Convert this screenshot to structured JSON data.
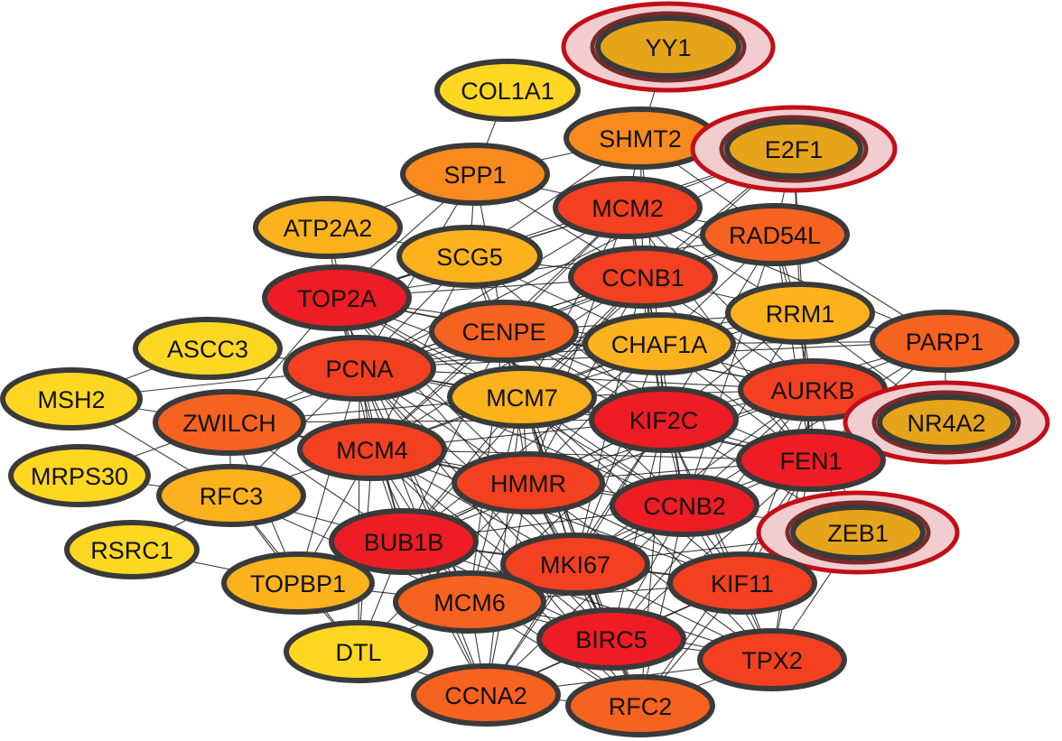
{
  "colors": {
    "yellow": "#fed722",
    "light_orange": "#fbb21d",
    "orange": "#f98a1e",
    "dark_orange": "#f66220",
    "red_orange": "#f24021",
    "red": "#ee1c24",
    "hub_gold": "#e6a41b",
    "highlight_ring": "#c20f17"
  },
  "nodes": [
    {
      "id": "YY1",
      "label": "YY1",
      "color": "hub_gold",
      "highlight": true
    },
    {
      "id": "COL1A1",
      "label": "COL1A1",
      "color": "yellow"
    },
    {
      "id": "SHMT2",
      "label": "SHMT2",
      "color": "orange"
    },
    {
      "id": "E2F1",
      "label": "E2F1",
      "color": "hub_gold",
      "highlight": true
    },
    {
      "id": "SPP1",
      "label": "SPP1",
      "color": "orange"
    },
    {
      "id": "MCM2",
      "label": "MCM2",
      "color": "red_orange"
    },
    {
      "id": "ATP2A2",
      "label": "ATP2A2",
      "color": "light_orange"
    },
    {
      "id": "RAD54L",
      "label": "RAD54L",
      "color": "dark_orange"
    },
    {
      "id": "SCG5",
      "label": "SCG5",
      "color": "light_orange"
    },
    {
      "id": "CCNB1",
      "label": "CCNB1",
      "color": "red_orange"
    },
    {
      "id": "TOP2A",
      "label": "TOP2A",
      "color": "red"
    },
    {
      "id": "RRM1",
      "label": "RRM1",
      "color": "light_orange"
    },
    {
      "id": "CENPE",
      "label": "CENPE",
      "color": "dark_orange"
    },
    {
      "id": "ASCC3",
      "label": "ASCC3",
      "color": "yellow"
    },
    {
      "id": "CHAF1A",
      "label": "CHAF1A",
      "color": "light_orange"
    },
    {
      "id": "PARP1",
      "label": "PARP1",
      "color": "dark_orange"
    },
    {
      "id": "PCNA",
      "label": "PCNA",
      "color": "red_orange"
    },
    {
      "id": "MSH2",
      "label": "MSH2",
      "color": "yellow"
    },
    {
      "id": "MCM7",
      "label": "MCM7",
      "color": "light_orange"
    },
    {
      "id": "AURKB",
      "label": "AURKB",
      "color": "red_orange"
    },
    {
      "id": "ZWILCH",
      "label": "ZWILCH",
      "color": "dark_orange"
    },
    {
      "id": "KIF2C",
      "label": "KIF2C",
      "color": "red"
    },
    {
      "id": "NR4A2",
      "label": "NR4A2",
      "color": "hub_gold",
      "highlight": true
    },
    {
      "id": "MCM4",
      "label": "MCM4",
      "color": "red_orange"
    },
    {
      "id": "FEN1",
      "label": "FEN1",
      "color": "red"
    },
    {
      "id": "MRPS30",
      "label": "MRPS30",
      "color": "yellow"
    },
    {
      "id": "HMMR",
      "label": "HMMR",
      "color": "red_orange"
    },
    {
      "id": "RFC3",
      "label": "RFC3",
      "color": "light_orange"
    },
    {
      "id": "CCNB2",
      "label": "CCNB2",
      "color": "red"
    },
    {
      "id": "ZEB1",
      "label": "ZEB1",
      "color": "hub_gold",
      "highlight": true
    },
    {
      "id": "BUB1B",
      "label": "BUB1B",
      "color": "red"
    },
    {
      "id": "RSRC1",
      "label": "RSRC1",
      "color": "yellow"
    },
    {
      "id": "MKI67",
      "label": "MKI67",
      "color": "red_orange"
    },
    {
      "id": "TOPBP1",
      "label": "TOPBP1",
      "color": "light_orange"
    },
    {
      "id": "KIF11",
      "label": "KIF11",
      "color": "red_orange"
    },
    {
      "id": "MCM6",
      "label": "MCM6",
      "color": "dark_orange"
    },
    {
      "id": "DTL",
      "label": "DTL",
      "color": "yellow"
    },
    {
      "id": "BIRC5",
      "label": "BIRC5",
      "color": "red"
    },
    {
      "id": "TPX2",
      "label": "TPX2",
      "color": "red_orange"
    },
    {
      "id": "CCNA2",
      "label": "CCNA2",
      "color": "dark_orange"
    },
    {
      "id": "RFC2",
      "label": "RFC2",
      "color": "dark_orange"
    }
  ],
  "edges": [
    [
      "COL1A1",
      "SPP1"
    ],
    [
      "SHMT2",
      "YY1"
    ],
    [
      "SHMT2",
      "MCM2"
    ],
    [
      "SHMT2",
      "CCNB1"
    ],
    [
      "SHMT2",
      "SPP1"
    ],
    [
      "SHMT2",
      "RAD54L"
    ],
    [
      "SHMT2",
      "SCG5"
    ],
    [
      "SHMT2",
      "CHAF1A"
    ],
    [
      "E2F1",
      "SHMT2"
    ],
    [
      "E2F1",
      "RAD54L"
    ],
    [
      "E2F1",
      "MCM2"
    ],
    [
      "E2F1",
      "CCNB1"
    ],
    [
      "E2F1",
      "RRM1"
    ],
    [
      "E2F1",
      "PCNA"
    ],
    [
      "E2F1",
      "MCM7"
    ],
    [
      "E2F1",
      "TOP2A"
    ],
    [
      "E2F1",
      "FEN1"
    ],
    [
      "SPP1",
      "ATP2A2"
    ],
    [
      "SPP1",
      "SCG5"
    ],
    [
      "SPP1",
      "MCM2"
    ],
    [
      "SPP1",
      "TOP2A"
    ],
    [
      "SPP1",
      "CENPE"
    ],
    [
      "SPP1",
      "CCNB1"
    ],
    [
      "SPP1",
      "PCNA"
    ],
    [
      "ATP2A2",
      "TOP2A"
    ],
    [
      "ATP2A2",
      "SCG5"
    ],
    [
      "ATP2A2",
      "PCNA"
    ],
    [
      "MCM2",
      "RAD54L"
    ],
    [
      "MCM2",
      "CCNB1"
    ],
    [
      "MCM2",
      "SCG5"
    ],
    [
      "MCM2",
      "CENPE"
    ],
    [
      "MCM2",
      "CHAF1A"
    ],
    [
      "MCM2",
      "RRM1"
    ],
    [
      "MCM2",
      "TOP2A"
    ],
    [
      "MCM2",
      "PCNA"
    ],
    [
      "MCM2",
      "MCM7"
    ],
    [
      "MCM2",
      "KIF2C"
    ],
    [
      "MCM2",
      "AURKB"
    ],
    [
      "MCM2",
      "MCM4"
    ],
    [
      "MCM2",
      "FEN1"
    ],
    [
      "MCM2",
      "HMMR"
    ],
    [
      "MCM2",
      "PARP1"
    ],
    [
      "RAD54L",
      "CCNB1"
    ],
    [
      "RAD54L",
      "RRM1"
    ],
    [
      "RAD54L",
      "PARP1"
    ],
    [
      "RAD54L",
      "CHAF1A"
    ],
    [
      "RAD54L",
      "AURKB"
    ],
    [
      "RAD54L",
      "KIF2C"
    ],
    [
      "RAD54L",
      "FEN1"
    ],
    [
      "RAD54L",
      "CENPE"
    ],
    [
      "RAD54L",
      "TOP2A"
    ],
    [
      "RAD54L",
      "PCNA"
    ],
    [
      "RAD54L",
      "CCNB2"
    ],
    [
      "SCG5",
      "TOP2A"
    ],
    [
      "SCG5",
      "CENPE"
    ],
    [
      "SCG5",
      "CCNB1"
    ],
    [
      "SCG5",
      "PCNA"
    ],
    [
      "SCG5",
      "MCM7"
    ],
    [
      "SCG5",
      "CHAF1A"
    ],
    [
      "SCG5",
      "KIF2C"
    ],
    [
      "SCG5",
      "MCM4"
    ],
    [
      "CCNB1",
      "TOP2A"
    ],
    [
      "CCNB1",
      "CENPE"
    ],
    [
      "CCNB1",
      "CHAF1A"
    ],
    [
      "CCNB1",
      "RRM1"
    ],
    [
      "CCNB1",
      "MCM7"
    ],
    [
      "CCNB1",
      "KIF2C"
    ],
    [
      "CCNB1",
      "AURKB"
    ],
    [
      "CCNB1",
      "PCNA"
    ],
    [
      "CCNB1",
      "HMMR"
    ],
    [
      "CCNB1",
      "CCNB2"
    ],
    [
      "CCNB1",
      "MKI67"
    ],
    [
      "CCNB1",
      "FEN1"
    ],
    [
      "CCNB1",
      "BUB1B"
    ],
    [
      "CCNB1",
      "MCM4"
    ],
    [
      "TOP2A",
      "CENPE"
    ],
    [
      "TOP2A",
      "PCNA"
    ],
    [
      "TOP2A",
      "MCM7"
    ],
    [
      "TOP2A",
      "MCM4"
    ],
    [
      "TOP2A",
      "KIF2C"
    ],
    [
      "TOP2A",
      "HMMR"
    ],
    [
      "TOP2A",
      "ZWILCH"
    ],
    [
      "TOP2A",
      "CHAF1A"
    ],
    [
      "TOP2A",
      "BUB1B"
    ],
    [
      "TOP2A",
      "CCNB2"
    ],
    [
      "TOP2A",
      "MKI67"
    ],
    [
      "TOP2A",
      "AURKB"
    ],
    [
      "TOP2A",
      "MCM6"
    ],
    [
      "RRM1",
      "PARP1"
    ],
    [
      "RRM1",
      "CHAF1A"
    ],
    [
      "RRM1",
      "AURKB"
    ],
    [
      "RRM1",
      "KIF2C"
    ],
    [
      "RRM1",
      "FEN1"
    ],
    [
      "RRM1",
      "CENPE"
    ],
    [
      "RRM1",
      "PCNA"
    ],
    [
      "RRM1",
      "MCM7"
    ],
    [
      "RRM1",
      "CCNB2"
    ],
    [
      "RRM1",
      "NR4A2"
    ],
    [
      "CENPE",
      "PCNA"
    ],
    [
      "CENPE",
      "CHAF1A"
    ],
    [
      "CENPE",
      "MCM7"
    ],
    [
      "CENPE",
      "KIF2C"
    ],
    [
      "CENPE",
      "MCM4"
    ],
    [
      "CENPE",
      "HMMR"
    ],
    [
      "CENPE",
      "AURKB"
    ],
    [
      "CENPE",
      "CCNB2"
    ],
    [
      "CENPE",
      "BUB1B"
    ],
    [
      "CENPE",
      "MKI67"
    ],
    [
      "CENPE",
      "FEN1"
    ],
    [
      "CENPE",
      "ZWILCH"
    ],
    [
      "CENPE",
      "MCM6"
    ],
    [
      "CENPE",
      "BIRC5"
    ],
    [
      "ASCC3",
      "PCNA"
    ],
    [
      "ASCC3",
      "MSH2"
    ],
    [
      "CHAF1A",
      "PCNA"
    ],
    [
      "CHAF1A",
      "MCM7"
    ],
    [
      "CHAF1A",
      "KIF2C"
    ],
    [
      "CHAF1A",
      "AURKB"
    ],
    [
      "CHAF1A",
      "FEN1"
    ],
    [
      "CHAF1A",
      "HMMR"
    ],
    [
      "CHAF1A",
      "CCNB2"
    ],
    [
      "CHAF1A",
      "MCM4"
    ],
    [
      "CHAF1A",
      "PARP1"
    ],
    [
      "CHAF1A",
      "MKI67"
    ],
    [
      "CHAF1A",
      "BUB1B"
    ],
    [
      "PARP1",
      "AURKB"
    ],
    [
      "PARP1",
      "FEN1"
    ],
    [
      "PARP1",
      "KIF2C"
    ],
    [
      "PARP1",
      "NR4A2"
    ],
    [
      "PARP1",
      "PCNA"
    ],
    [
      "PARP1",
      "CCNB2"
    ],
    [
      "PCNA",
      "MCM7"
    ],
    [
      "PCNA",
      "MCM4"
    ],
    [
      "PCNA",
      "ZWILCH"
    ],
    [
      "PCNA",
      "KIF2C"
    ],
    [
      "PCNA",
      "HMMR"
    ],
    [
      "PCNA",
      "BUB1B"
    ],
    [
      "PCNA",
      "CCNB2"
    ],
    [
      "PCNA",
      "MKI67"
    ],
    [
      "PCNA",
      "RFC3"
    ],
    [
      "PCNA",
      "MCM6"
    ],
    [
      "PCNA",
      "FEN1"
    ],
    [
      "PCNA",
      "TOPBP1"
    ],
    [
      "PCNA",
      "RFC2"
    ],
    [
      "PCNA",
      "AURKB"
    ],
    [
      "PCNA",
      "BIRC5"
    ],
    [
      "PCNA",
      "CCNA2"
    ],
    [
      "PCNA",
      "DTL"
    ],
    [
      "PCNA",
      "MSH2"
    ],
    [
      "MSH2",
      "ZWILCH"
    ],
    [
      "MSH2",
      "RFC3"
    ],
    [
      "MCM7",
      "KIF2C"
    ],
    [
      "MCM7",
      "MCM4"
    ],
    [
      "MCM7",
      "HMMR"
    ],
    [
      "MCM7",
      "AURKB"
    ],
    [
      "MCM7",
      "CCNB2"
    ],
    [
      "MCM7",
      "BUB1B"
    ],
    [
      "MCM7",
      "MKI67"
    ],
    [
      "MCM7",
      "FEN1"
    ],
    [
      "MCM7",
      "MCM6"
    ],
    [
      "MCM7",
      "ZWILCH"
    ],
    [
      "MCM7",
      "BIRC5"
    ],
    [
      "MCM7",
      "KIF11"
    ],
    [
      "MCM7",
      "TPX2"
    ],
    [
      "MCM7",
      "CCNA2"
    ],
    [
      "MCM7",
      "RFC2"
    ],
    [
      "AURKB",
      "KIF2C"
    ],
    [
      "AURKB",
      "FEN1"
    ],
    [
      "AURKB",
      "CCNB2"
    ],
    [
      "AURKB",
      "HMMR"
    ],
    [
      "AURKB",
      "MKI67"
    ],
    [
      "AURKB",
      "KIF11"
    ],
    [
      "AURKB",
      "NR4A2"
    ],
    [
      "AURKB",
      "BIRC5"
    ],
    [
      "AURKB",
      "TPX2"
    ],
    [
      "AURKB",
      "ZEB1"
    ],
    [
      "AURKB",
      "BUB1B"
    ],
    [
      "ZWILCH",
      "MCM4"
    ],
    [
      "ZWILCH",
      "RFC3"
    ],
    [
      "ZWILCH",
      "BUB1B"
    ],
    [
      "ZWILCH",
      "HMMR"
    ],
    [
      "ZWILCH",
      "MRPS30"
    ],
    [
      "ZWILCH",
      "TOPBP1"
    ],
    [
      "ZWILCH",
      "KIF2C"
    ],
    [
      "KIF2C",
      "FEN1"
    ],
    [
      "KIF2C",
      "HMMR"
    ],
    [
      "KIF2C",
      "CCNB2"
    ],
    [
      "KIF2C",
      "MCM4"
    ],
    [
      "KIF2C",
      "MKI67"
    ],
    [
      "KIF2C",
      "BUB1B"
    ],
    [
      "KIF2C",
      "KIF11"
    ],
    [
      "KIF2C",
      "BIRC5"
    ],
    [
      "KIF2C",
      "TPX2"
    ],
    [
      "KIF2C",
      "MCM6"
    ],
    [
      "KIF2C",
      "ZEB1"
    ],
    [
      "KIF2C",
      "RFC2"
    ],
    [
      "KIF2C",
      "CCNA2"
    ],
    [
      "NR4A2",
      "FEN1"
    ],
    [
      "MCM4",
      "HMMR"
    ],
    [
      "MCM4",
      "BUB1B"
    ],
    [
      "MCM4",
      "CCNB2"
    ],
    [
      "MCM4",
      "MKI67"
    ],
    [
      "MCM4",
      "MCM6"
    ],
    [
      "MCM4",
      "RFC3"
    ],
    [
      "MCM4",
      "TOPBP1"
    ],
    [
      "MCM4",
      "FEN1"
    ],
    [
      "MCM4",
      "BIRC5"
    ],
    [
      "MCM4",
      "CCNA2"
    ],
    [
      "MCM4",
      "DTL"
    ],
    [
      "MCM4",
      "RFC2"
    ],
    [
      "MCM4",
      "KIF11"
    ],
    [
      "FEN1",
      "CCNB2"
    ],
    [
      "FEN1",
      "HMMR"
    ],
    [
      "FEN1",
      "MKI67"
    ],
    [
      "FEN1",
      "KIF11"
    ],
    [
      "FEN1",
      "ZEB1"
    ],
    [
      "FEN1",
      "TPX2"
    ],
    [
      "FEN1",
      "BIRC5"
    ],
    [
      "FEN1",
      "RFC2"
    ],
    [
      "MRPS30",
      "RFC3"
    ],
    [
      "HMMR",
      "CCNB2"
    ],
    [
      "HMMR",
      "BUB1B"
    ],
    [
      "HMMR",
      "MKI67"
    ],
    [
      "HMMR",
      "MCM6"
    ],
    [
      "HMMR",
      "KIF11"
    ],
    [
      "HMMR",
      "BIRC5"
    ],
    [
      "HMMR",
      "TPX2"
    ],
    [
      "HMMR",
      "CCNA2"
    ],
    [
      "HMMR",
      "RFC2"
    ],
    [
      "HMMR",
      "DTL"
    ],
    [
      "HMMR",
      "TOPBP1"
    ],
    [
      "RFC3",
      "RSRC1"
    ],
    [
      "RFC3",
      "TOPBP1"
    ],
    [
      "RFC3",
      "BUB1B"
    ],
    [
      "RFC3",
      "MCM6"
    ],
    [
      "RFC3",
      "DTL"
    ],
    [
      "CCNB2",
      "BUB1B"
    ],
    [
      "CCNB2",
      "MKI67"
    ],
    [
      "CCNB2",
      "KIF11"
    ],
    [
      "CCNB2",
      "ZEB1"
    ],
    [
      "CCNB2",
      "BIRC5"
    ],
    [
      "CCNB2",
      "TPX2"
    ],
    [
      "CCNB2",
      "MCM6"
    ],
    [
      "CCNB2",
      "CCNA2"
    ],
    [
      "CCNB2",
      "RFC2"
    ],
    [
      "ZEB1",
      "KIF11"
    ],
    [
      "ZEB1",
      "TPX2"
    ],
    [
      "ZEB1",
      "MKI67"
    ],
    [
      "BUB1B",
      "MKI67"
    ],
    [
      "BUB1B",
      "MCM6"
    ],
    [
      "BUB1B",
      "TOPBP1"
    ],
    [
      "BUB1B",
      "BIRC5"
    ],
    [
      "BUB1B",
      "KIF11"
    ],
    [
      "BUB1B",
      "CCNA2"
    ],
    [
      "BUB1B",
      "DTL"
    ],
    [
      "BUB1B",
      "TPX2"
    ],
    [
      "BUB1B",
      "RFC2"
    ],
    [
      "RSRC1",
      "TOPBP1"
    ],
    [
      "MKI67",
      "KIF11"
    ],
    [
      "MKI67",
      "MCM6"
    ],
    [
      "MKI67",
      "BIRC5"
    ],
    [
      "MKI67",
      "TPX2"
    ],
    [
      "MKI67",
      "CCNA2"
    ],
    [
      "MKI67",
      "RFC2"
    ],
    [
      "TOPBP1",
      "MCM6"
    ],
    [
      "TOPBP1",
      "DTL"
    ],
    [
      "KIF11",
      "BIRC5"
    ],
    [
      "KIF11",
      "TPX2"
    ],
    [
      "KIF11",
      "CCNA2"
    ],
    [
      "KIF11",
      "RFC2"
    ],
    [
      "KIF11",
      "MCM6"
    ],
    [
      "MCM6",
      "BIRC5"
    ],
    [
      "MCM6",
      "CCNA2"
    ],
    [
      "MCM6",
      "DTL"
    ],
    [
      "MCM6",
      "RFC2"
    ],
    [
      "MCM6",
      "TPX2"
    ],
    [
      "DTL",
      "CCNA2"
    ],
    [
      "BIRC5",
      "TPX2"
    ],
    [
      "BIRC5",
      "CCNA2"
    ],
    [
      "BIRC5",
      "RFC2"
    ],
    [
      "TPX2",
      "RFC2"
    ],
    [
      "TPX2",
      "CCNA2"
    ],
    [
      "CCNA2",
      "RFC2"
    ]
  ]
}
